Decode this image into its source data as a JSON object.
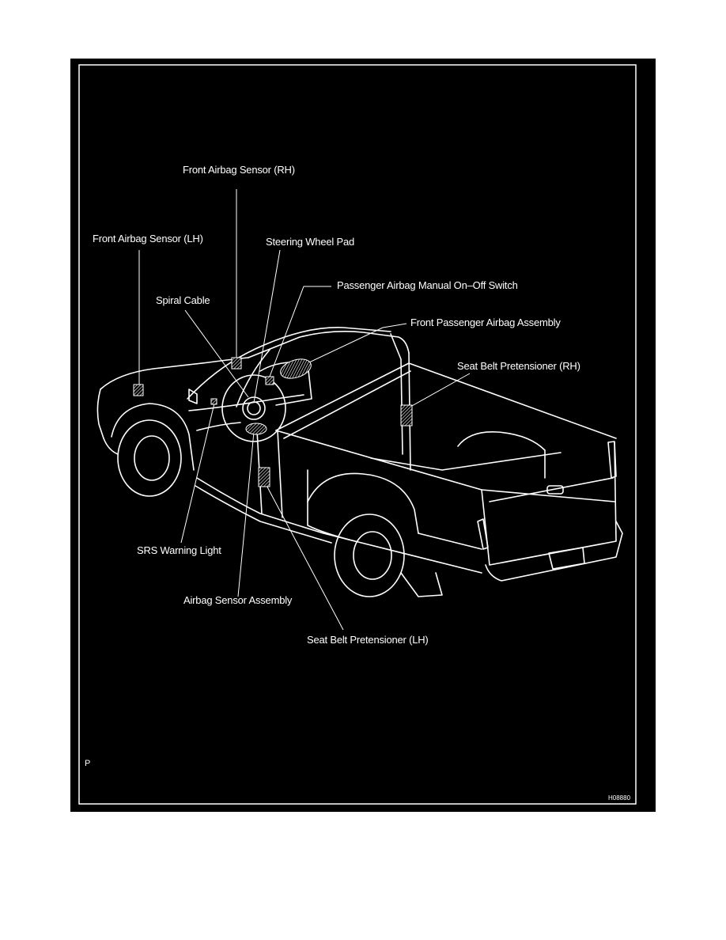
{
  "labels": {
    "front_airbag_sensor_rh": "Front Airbag Sensor (RH)",
    "front_airbag_sensor_lh": "Front Airbag Sensor (LH)",
    "steering_wheel_pad": "Steering Wheel Pad",
    "passenger_airbag_switch": "Passenger Airbag Manual On–Off Switch",
    "spiral_cable": "Spiral Cable",
    "front_passenger_airbag": "Front Passenger Airbag Assembly",
    "seat_belt_pretensioner_rh": "Seat Belt Pretensioner (RH)",
    "srs_warning_light": "SRS Warning Light",
    "airbag_sensor_assembly": "Airbag Sensor Assembly",
    "seat_belt_pretensioner_lh": "Seat Belt Pretensioner (LH)"
  },
  "corner_mark": "P",
  "figure_code": "H08880",
  "colors": {
    "background": "#000000",
    "ink": "#ffffff"
  }
}
